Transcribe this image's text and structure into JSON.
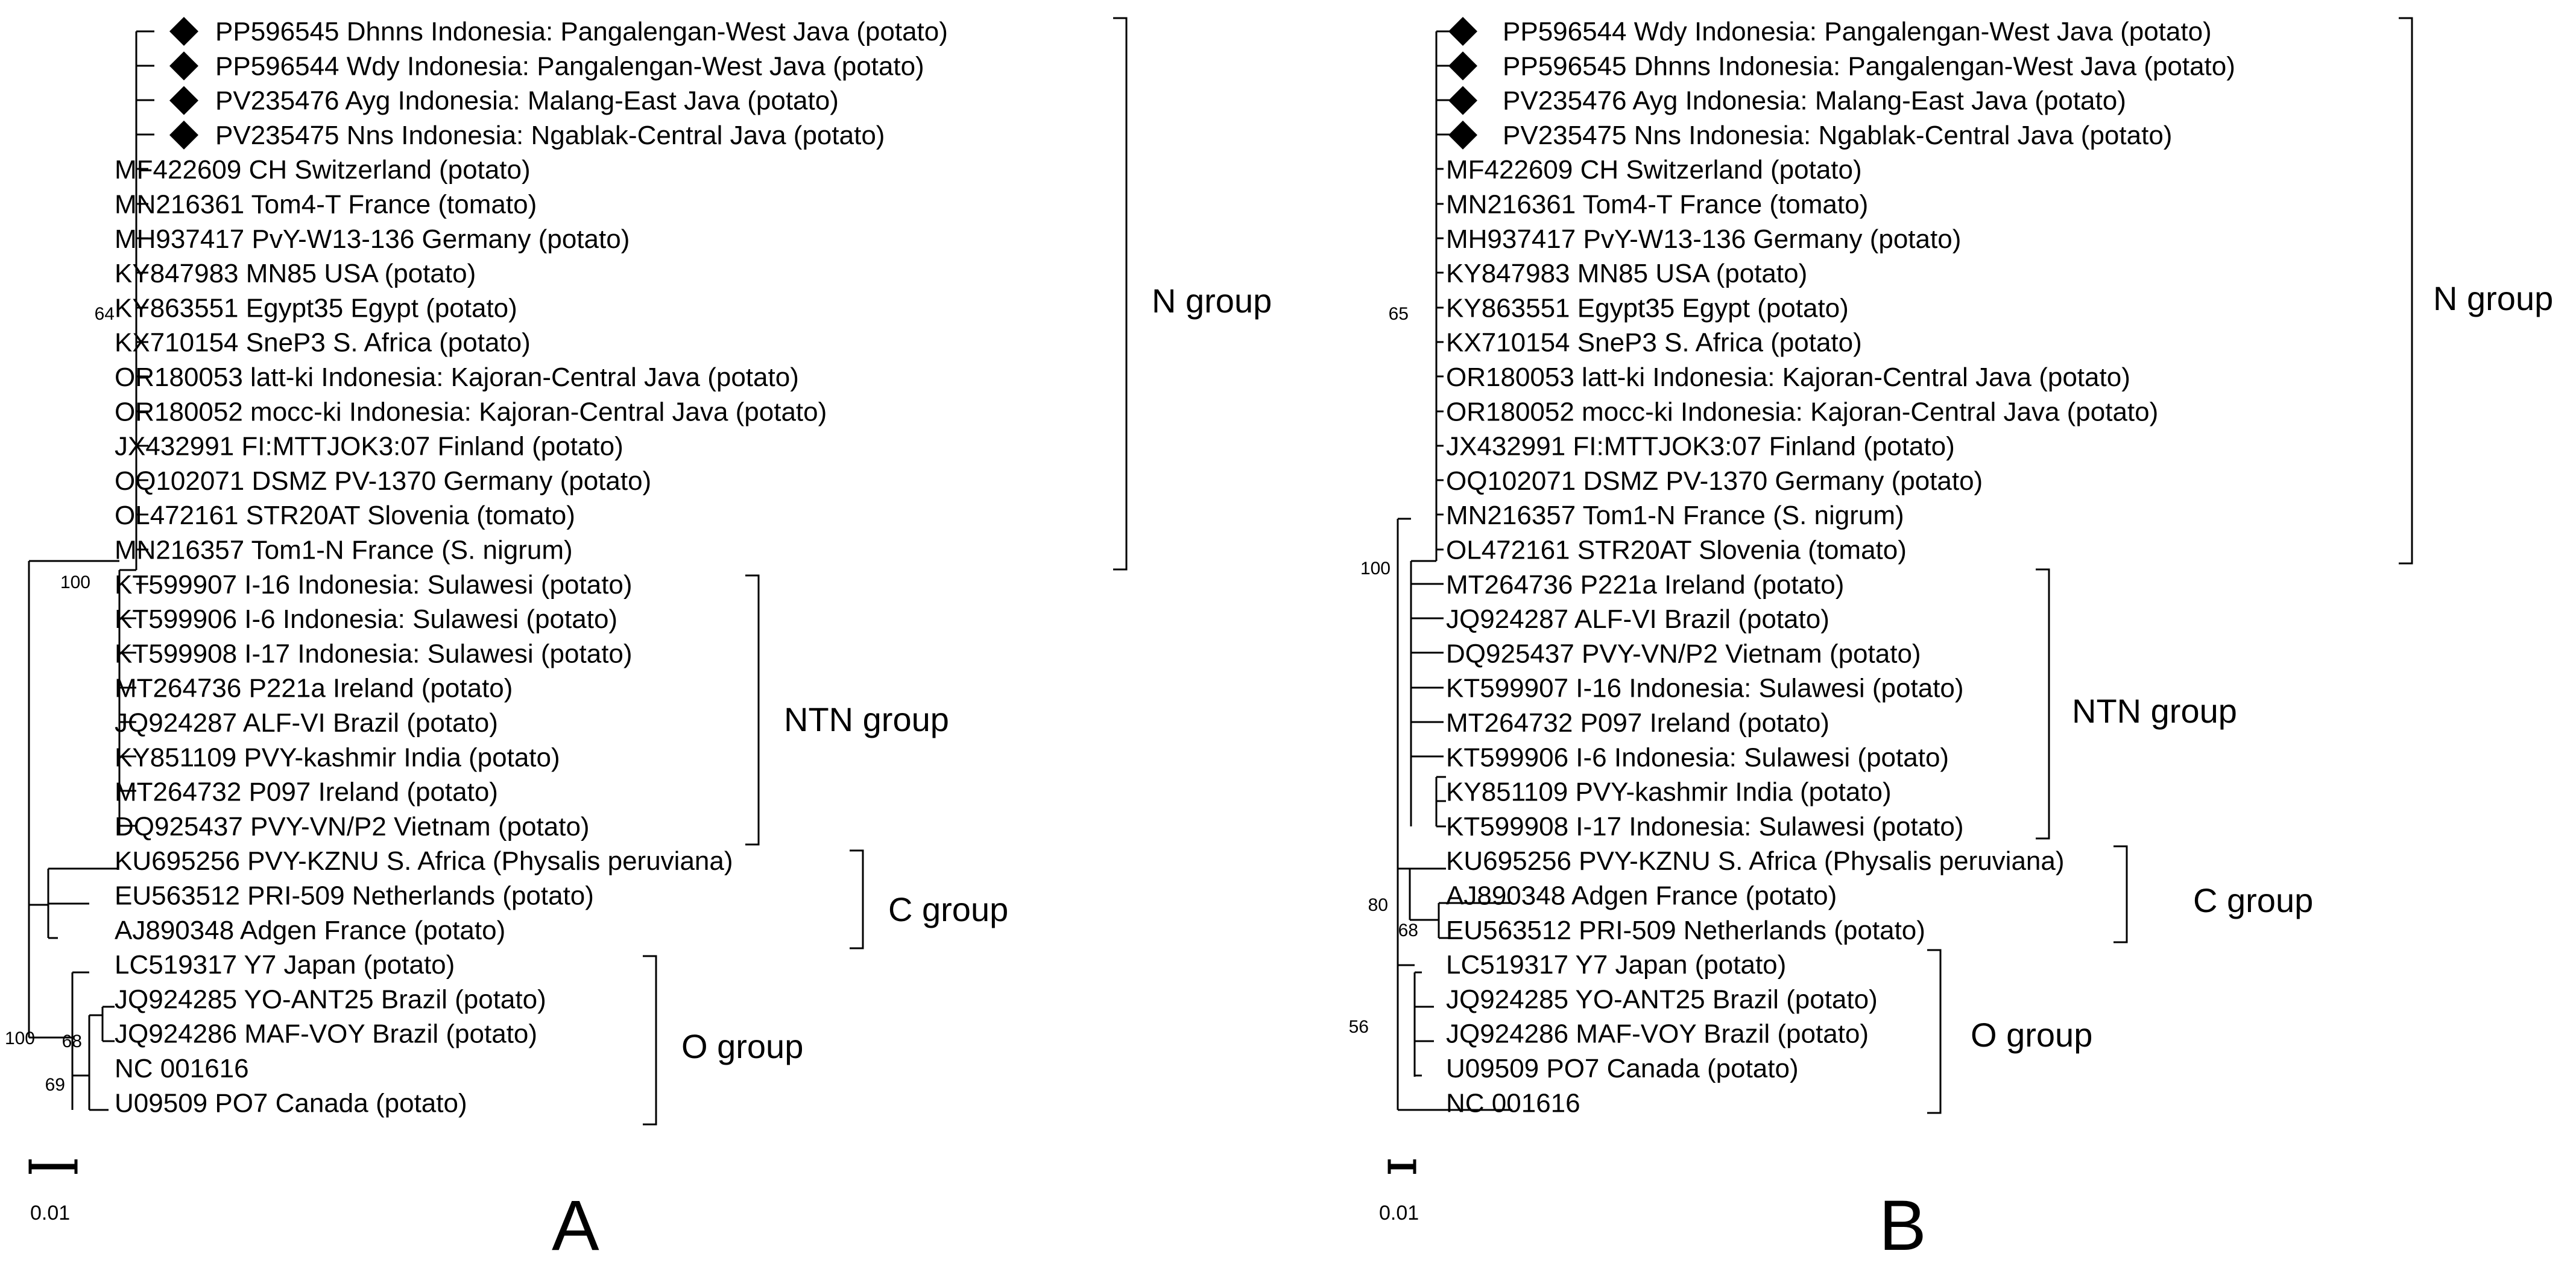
{
  "panels": [
    {
      "letter": "A",
      "scale_label": "0.01",
      "leaves": [
        {
          "label": "PP596545 Dhnns Indonesia: Pangalengan-West Java (potato)",
          "marked": true
        },
        {
          "label": "PP596544 Wdy Indonesia: Pangalengan-West Java (potato)",
          "marked": true
        },
        {
          "label": "PV235476 Ayg Indonesia: Malang-East Java (potato)",
          "marked": true
        },
        {
          "label": "PV235475 Nns Indonesia: Ngablak-Central Java (potato)",
          "marked": true
        },
        {
          "label": "MF422609 CH Switzerland (potato)",
          "marked": false
        },
        {
          "label": "MN216361 Tom4-T France (tomato)",
          "marked": false
        },
        {
          "label": "MH937417 PvY-W13-136 Germany (potato)",
          "marked": false
        },
        {
          "label": "KY847983 MN85 USA (potato)",
          "marked": false
        },
        {
          "label": "KY863551 Egypt35 Egypt (potato)",
          "marked": false
        },
        {
          "label": "KX710154 SneP3 S. Africa (potato)",
          "marked": false
        },
        {
          "label": "OR180053 latt-ki Indonesia: Kajoran-Central Java (potato)",
          "marked": false
        },
        {
          "label": "OR180052 mocc-ki Indonesia: Kajoran-Central Java (potato)",
          "marked": false
        },
        {
          "label": "JX432991 FI:MTTJOK3:07 Finland (potato)",
          "marked": false
        },
        {
          "label": "OQ102071 DSMZ PV-1370 Germany (potato)",
          "marked": false
        },
        {
          "label": "OL472161 STR20AT Slovenia (tomato)",
          "marked": false
        },
        {
          "label": "MN216357 Tom1-N France (S. nigrum)",
          "marked": false
        },
        {
          "label": "KT599907 I-16 Indonesia: Sulawesi (potato)",
          "marked": false
        },
        {
          "label": "KT599906 I-6 Indonesia: Sulawesi (potato)",
          "marked": false
        },
        {
          "label": "KT599908 I-17 Indonesia: Sulawesi (potato)",
          "marked": false
        },
        {
          "label": "MT264736 P221a Ireland (potato)",
          "marked": false
        },
        {
          "label": "JQ924287 ALF-VI Brazil (potato)",
          "marked": false
        },
        {
          "label": "KY851109 PVY-kashmir India (potato)",
          "marked": false
        },
        {
          "label": "MT264732 P097 Ireland (potato)",
          "marked": false
        },
        {
          "label": "DQ925437 PVY-VN/P2 Vietnam (potato)",
          "marked": false
        },
        {
          "label": "KU695256 PVY-KZNU S. Africa (Physalis peruviana)",
          "marked": false
        },
        {
          "label": "EU563512 PRI-509 Netherlands (potato)",
          "marked": false
        },
        {
          "label": "AJ890348 Adgen France (potato)",
          "marked": false
        },
        {
          "label": "LC519317 Y7 Japan (potato)",
          "marked": false
        },
        {
          "label": "JQ924285 YO-ANT25 Brazil (potato)",
          "marked": false
        },
        {
          "label": "JQ924286 MAF-VOY Brazil (potato)",
          "marked": false
        },
        {
          "label": "NC 001616",
          "marked": false
        },
        {
          "label": "U09509 PO7 Canada (potato)",
          "marked": false
        }
      ],
      "groups": [
        {
          "label": "N group",
          "first_leaf": 0,
          "last_leaf": 15
        },
        {
          "label": "NTN group",
          "first_leaf": 16,
          "last_leaf": 23
        },
        {
          "label": "C group",
          "first_leaf": 24,
          "last_leaf": 26
        },
        {
          "label": "O group",
          "first_leaf": 27,
          "last_leaf": 31
        }
      ],
      "bootstrap": [
        {
          "value": "64",
          "leaf": 8
        },
        {
          "value": "100",
          "leaf": 16
        },
        {
          "value": "100",
          "leaf": 29
        },
        {
          "value": "68",
          "leaf": 29.5
        },
        {
          "value": "69",
          "leaf": 30.6
        }
      ]
    },
    {
      "letter": "B",
      "scale_label": "0.01",
      "leaves": [
        {
          "label": "PP596544 Wdy Indonesia: Pangalengan-West Java (potato)",
          "marked": true
        },
        {
          "label": "PP596545 Dhnns Indonesia: Pangalengan-West Java (potato)",
          "marked": true
        },
        {
          "label": "PV235476 Ayg Indonesia: Malang-East Java (potato)",
          "marked": true
        },
        {
          "label": "PV235475 Nns Indonesia: Ngablak-Central Java (potato)",
          "marked": true
        },
        {
          "label": "MF422609 CH Switzerland (potato)",
          "marked": false
        },
        {
          "label": "MN216361 Tom4-T France (tomato)",
          "marked": false
        },
        {
          "label": "MH937417 PvY-W13-136 Germany (potato)",
          "marked": false
        },
        {
          "label": "KY847983 MN85 USA (potato)",
          "marked": false
        },
        {
          "label": "KY863551 Egypt35 Egypt (potato)",
          "marked": false
        },
        {
          "label": "KX710154 SneP3 S. Africa (potato)",
          "marked": false
        },
        {
          "label": "OR180053 latt-ki Indonesia: Kajoran-Central Java (potato)",
          "marked": false
        },
        {
          "label": "OR180052 mocc-ki Indonesia: Kajoran-Central Java (potato)",
          "marked": false
        },
        {
          "label": "JX432991 FI:MTTJOK3:07 Finland (potato)",
          "marked": false
        },
        {
          "label": "OQ102071 DSMZ PV-1370 Germany (potato)",
          "marked": false
        },
        {
          "label": "MN216357 Tom1-N France (S. nigrum)",
          "marked": false
        },
        {
          "label": "OL472161 STR20AT Slovenia (tomato)",
          "marked": false
        },
        {
          "label": "MT264736 P221a Ireland (potato)",
          "marked": false
        },
        {
          "label": "JQ924287 ALF-VI Brazil (potato)",
          "marked": false
        },
        {
          "label": "DQ925437 PVY-VN/P2 Vietnam (potato)",
          "marked": false
        },
        {
          "label": "KT599907 I-16 Indonesia: Sulawesi (potato)",
          "marked": false
        },
        {
          "label": "MT264732 P097 Ireland (potato)",
          "marked": false
        },
        {
          "label": "KT599906 I-6 Indonesia: Sulawesi (potato)",
          "marked": false
        },
        {
          "label": "KY851109 PVY-kashmir India (potato)",
          "marked": false
        },
        {
          "label": "KT599908 I-17 Indonesia: Sulawesi (potato)",
          "marked": false
        },
        {
          "label": "KU695256 PVY-KZNU S. Africa (Physalis peruviana)",
          "marked": false
        },
        {
          "label": "AJ890348 Adgen France (potato)",
          "marked": false
        },
        {
          "label": "EU563512 PRI-509 Netherlands (potato)",
          "marked": false
        },
        {
          "label": "LC519317 Y7 Japan (potato)",
          "marked": false
        },
        {
          "label": "JQ924285 YO-ANT25 Brazil (potato)",
          "marked": false
        },
        {
          "label": "JQ924286 MAF-VOY Brazil (potato)",
          "marked": false
        },
        {
          "label": "U09509 PO7 Canada (potato)",
          "marked": false
        },
        {
          "label": "NC 001616",
          "marked": false
        }
      ],
      "groups": [
        {
          "label": "N group",
          "first_leaf": 0,
          "last_leaf": 15
        },
        {
          "label": "NTN group",
          "first_leaf": 16,
          "last_leaf": 23
        },
        {
          "label": "C group",
          "first_leaf": 24,
          "last_leaf": 26
        },
        {
          "label": "O group",
          "first_leaf": 27,
          "last_leaf": 31
        }
      ],
      "bootstrap": [
        {
          "value": "65",
          "leaf": 8
        },
        {
          "value": "100",
          "leaf": 15.6
        },
        {
          "value": "80",
          "leaf": 25.2
        },
        {
          "value": "68",
          "leaf": 26
        },
        {
          "value": "56",
          "leaf": 28.8
        }
      ]
    }
  ]
}
